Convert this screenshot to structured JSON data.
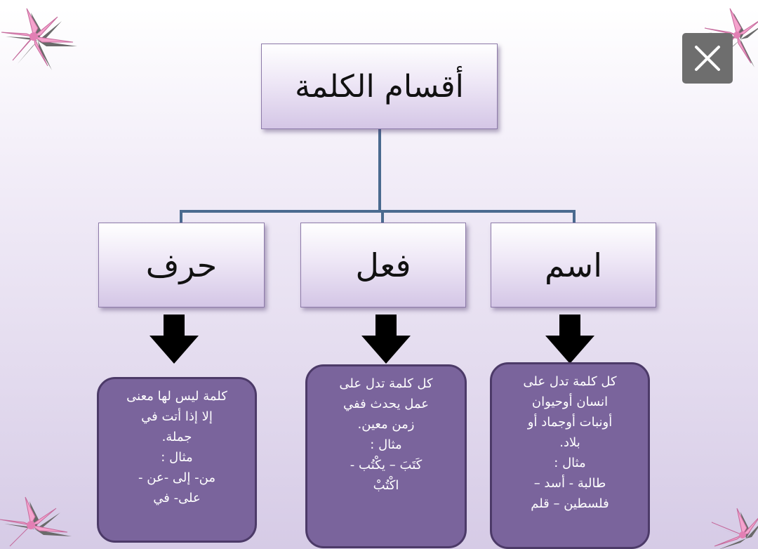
{
  "diagram": {
    "root": "أقسام الكلمة",
    "categories": {
      "harf": "حرف",
      "fi3l": "فعل",
      "ism": "اسم"
    },
    "definitions": {
      "harf": [
        "كلمة ليس لها معنى",
        "إلا إذا أتت في",
        "جملة.",
        "مثال :",
        "من- إلى -عن -",
        "على- في"
      ],
      "fi3l": [
        "كل كلمة تدل على",
        "عمل يحدث ففي",
        "زمن معين.",
        "مثال :",
        "كَتَبَ – يكْتُب -",
        "اكْتُبْ"
      ],
      "ism": [
        "كل كلمة تدل على",
        "انسان أوحيوان",
        "أونبات أوجماد أو",
        "بلاد.",
        "مثال :",
        "طالبة - أسد –",
        "فلسطين – قلم"
      ]
    }
  },
  "colors": {
    "connector": "#4a6a8f",
    "box_fill": "#7a649c",
    "box_border": "#4c3a68",
    "flower_pink": "#f5a3cd",
    "flower_shadow": "#6a6a6a",
    "close_button": "#6e6e6e"
  },
  "controls": {
    "close_icon": "close-icon"
  }
}
